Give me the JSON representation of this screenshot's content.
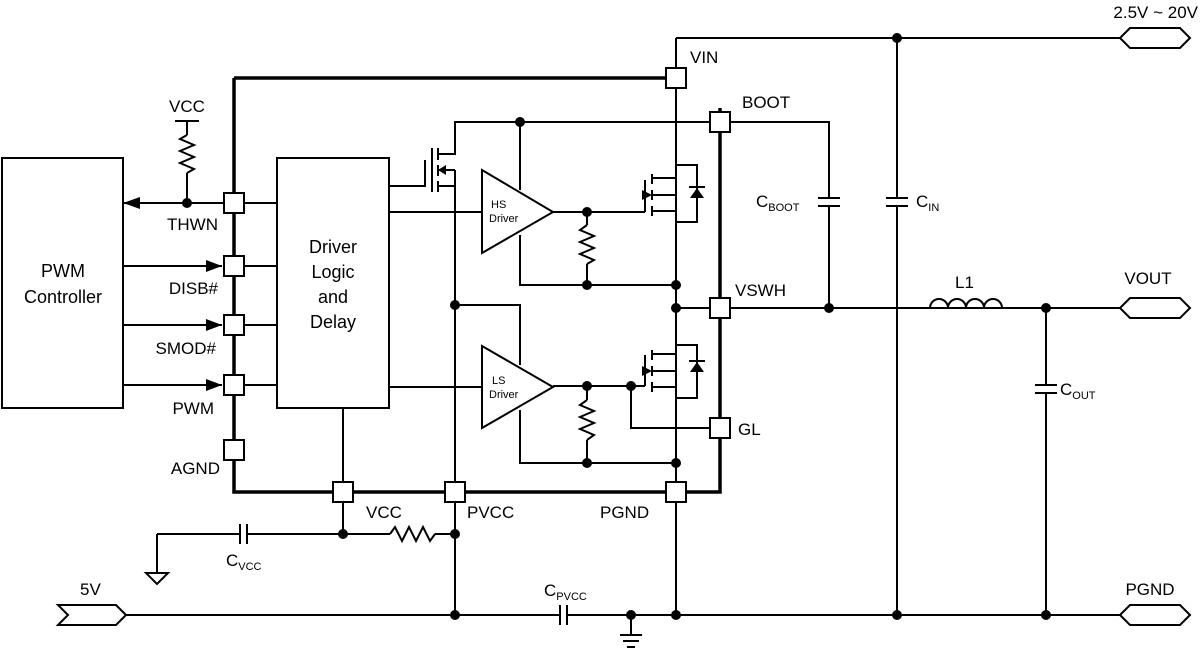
{
  "blocks": {
    "pwm_controller": [
      "PWM",
      "Controller"
    ],
    "driver_logic": [
      "Driver",
      "Logic",
      "and",
      "Delay"
    ],
    "hs_driver": [
      "HS",
      "Driver"
    ],
    "ls_driver": [
      "LS",
      "Driver"
    ]
  },
  "pins": {
    "vin": "VIN",
    "boot": "BOOT",
    "vswh": "VSWH",
    "gl": "GL",
    "pgnd": "PGND",
    "pvcc": "PVCC",
    "agnd": "AGND",
    "pwm": "PWM",
    "smod": "SMOD#",
    "disb": "DISB#",
    "thwn": "THWN",
    "vcc_top": "VCC",
    "vcc_mid": "VCC"
  },
  "components": {
    "cboot": {
      "main": "C",
      "sub": "BOOT"
    },
    "cin": {
      "main": "C",
      "sub": "IN"
    },
    "cout": {
      "main": "C",
      "sub": "OUT"
    },
    "cvcc": {
      "main": "C",
      "sub": "VCC"
    },
    "cpvcc": {
      "main": "C",
      "sub": "PVCC"
    },
    "l1": "L1"
  },
  "ports": {
    "vin_range": "2.5V ~ 20V",
    "vout": "VOUT",
    "pgnd": "PGND",
    "five_v": "5V"
  }
}
